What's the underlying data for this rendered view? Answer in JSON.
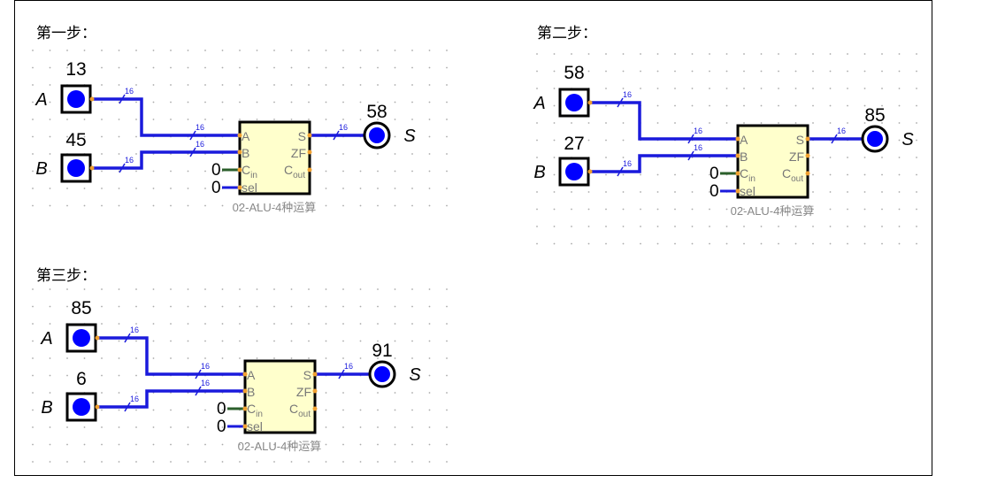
{
  "steps": [
    {
      "label": "第一步：",
      "input_a": "13",
      "input_b": "45",
      "output": "58"
    },
    {
      "label": "第二步：",
      "input_a": "58",
      "input_b": "27",
      "output": "85"
    },
    {
      "label": "第三步：",
      "input_a": "85",
      "input_b": "6",
      "output": "91"
    }
  ],
  "common": {
    "pin_a": "A",
    "pin_b": "B",
    "pin_s": "S",
    "bus_width": "16",
    "const_zero": "0",
    "alu": {
      "name": "02-ALU-4种运算",
      "port_a": "A",
      "port_b": "B",
      "port_c": "C",
      "port_c_sub": "in",
      "port_sel": "sel",
      "port_s": "S",
      "port_zf": "ZF",
      "port_cout": "C",
      "port_cout_sub": "out"
    }
  },
  "colors": {
    "wire": "#1a1adc",
    "pin_fill": "#0000ff",
    "alu_fill": "#ffffcc",
    "connector": "#f0a030",
    "zero_wire": "#2b5f2b",
    "grid_dot": "#aaaaaa",
    "alu_name": "#888888"
  }
}
